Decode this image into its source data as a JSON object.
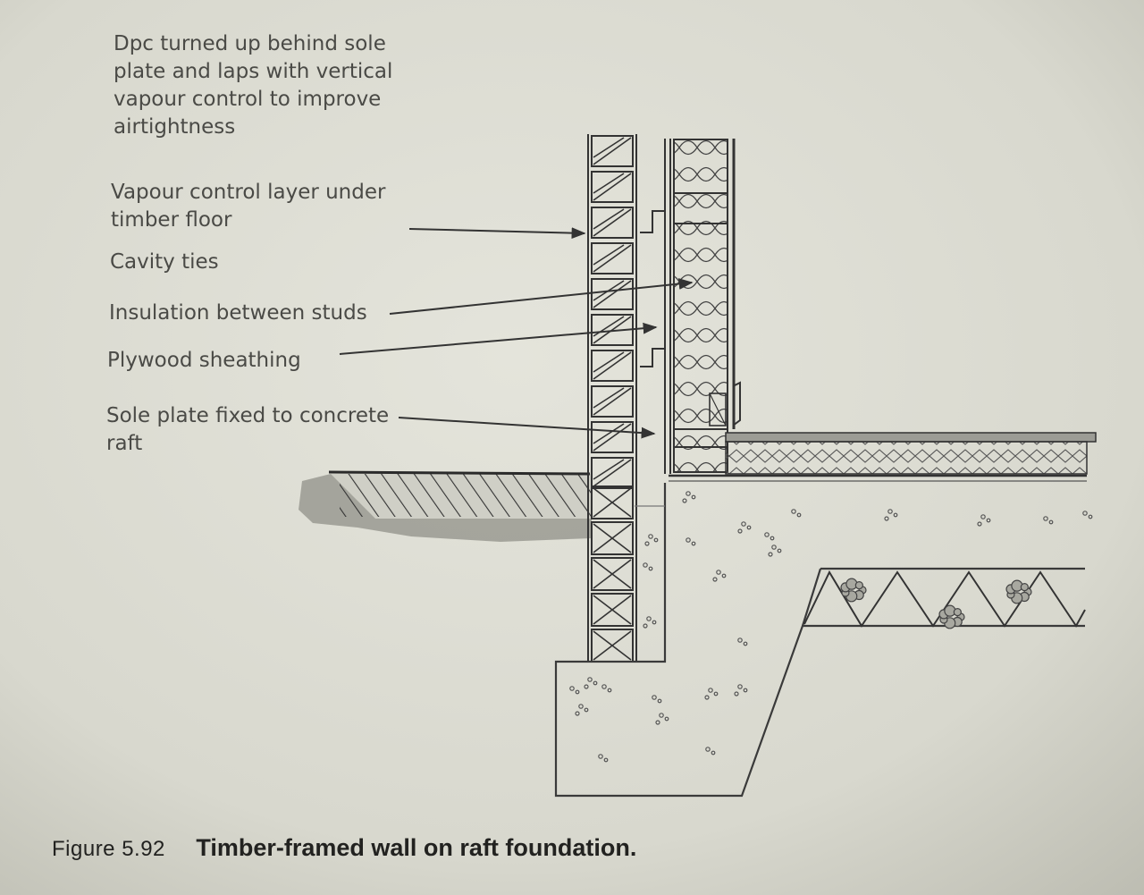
{
  "labels": [
    {
      "id": "dpc",
      "lines": [
        "Dpc turned up behind sole",
        "plate and laps with vertical",
        "vapour control to improve",
        "airtightness"
      ]
    },
    {
      "id": "vapour-control",
      "lines": [
        "Vapour control layer under",
        "timber floor"
      ]
    },
    {
      "id": "cavity-ties",
      "lines": [
        "Cavity ties"
      ]
    },
    {
      "id": "insulation",
      "lines": [
        "Insulation between studs"
      ]
    },
    {
      "id": "plywood",
      "lines": [
        "Plywood sheathing"
      ]
    },
    {
      "id": "sole-plate",
      "lines": [
        "Sole plate fixed to concrete",
        "raft"
      ]
    }
  ],
  "caption": {
    "number": "Figure 5.92",
    "title": "Timber-framed wall on raft foundation."
  }
}
